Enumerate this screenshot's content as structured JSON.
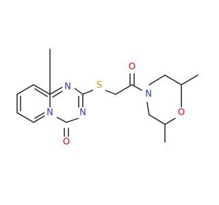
{
  "structure": {
    "atoms": {
      "n_ring_top": {
        "label": "N",
        "color": "#2a36c8"
      },
      "n_ring_right": {
        "label": "N",
        "color": "#2a36c8"
      },
      "n_bridgehead": {
        "label": "N",
        "color": "#2a36c8"
      },
      "o_carbonyl_ring": {
        "label": "O",
        "color": "#e8000b"
      },
      "s_thioether": {
        "label": "S",
        "color": "#b5a100"
      },
      "o_carbonyl_amide": {
        "label": "O",
        "color": "#e8000b"
      },
      "n_morpholine": {
        "label": "N",
        "color": "#2a36c8"
      },
      "o_morpholine": {
        "label": "O",
        "color": "#e8000b"
      }
    }
  }
}
